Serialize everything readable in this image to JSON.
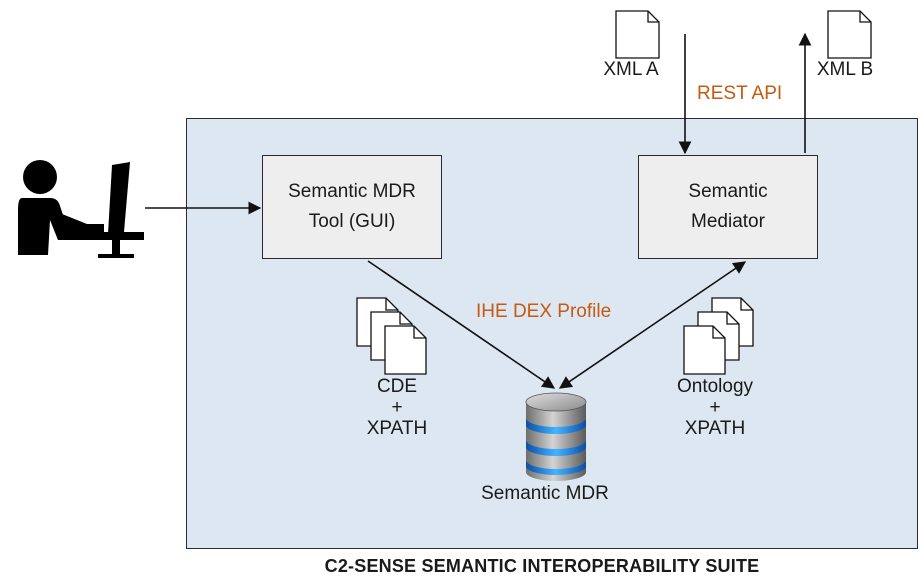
{
  "nodes": {
    "mdr_tool": "Semantic MDR\nTool (GUI)",
    "mediator": "Semantic\nMediator"
  },
  "labels": {
    "xml_a": "XML A",
    "xml_b": "XML B",
    "rest_api": "REST API",
    "dex_profile": "IHE DEX Profile",
    "cde_xpath": "CDE\n+\nXPATH",
    "ontology_xpath": "Ontology\n+\nXPATH",
    "semantic_mdr": "Semantic MDR"
  },
  "footer": {
    "title": "C2-SENSE SEMANTIC INTEROPERABILITY SUITE"
  },
  "icons": [
    "user-at-computer-icon",
    "document-icon",
    "document-stack-icon",
    "database-icon"
  ],
  "colors": {
    "panel": "#dde7f2",
    "box": "#eeeeee",
    "accent_text": "#c55a11",
    "db_band": "#1e90ff"
  }
}
